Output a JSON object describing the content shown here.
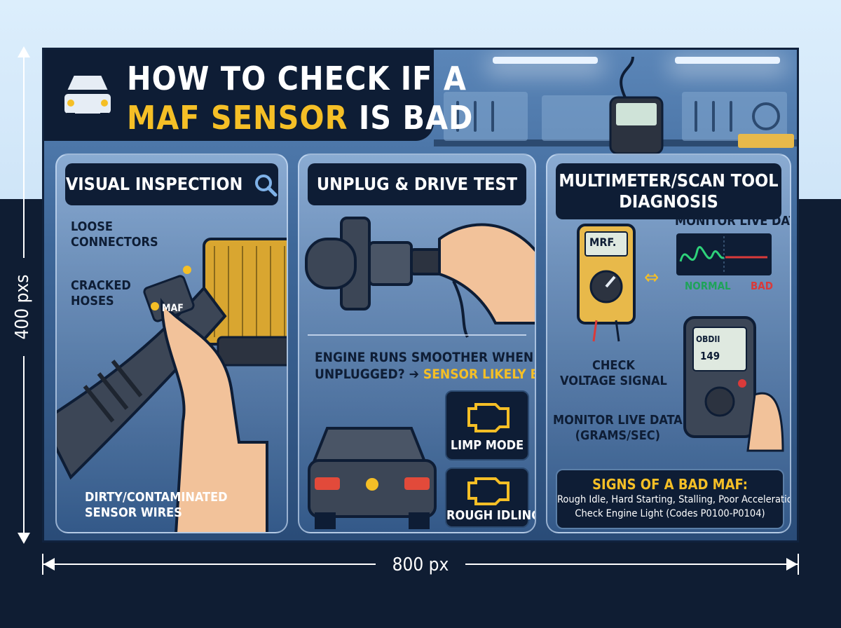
{
  "measure": {
    "height_label": "400 pxs",
    "width_label": "800 px"
  },
  "title": {
    "line1": "HOW TO CHECK IF A",
    "highlight": "MAF SENSOR",
    "rest": " IS BAD"
  },
  "colors": {
    "navy": "#0e1d35",
    "accent_yellow": "#f5bf26",
    "normal_green": "#1fa35a",
    "bad_red": "#d93a3a"
  },
  "panels": {
    "visual": {
      "heading": "VISUAL INSPECTION",
      "icon": "magnifier-icon",
      "labels": {
        "loose": [
          "LOOSE",
          "CONNECTORS"
        ],
        "cracked": [
          "CRACKED",
          "HOSES"
        ],
        "dirty": [
          "DIRTY/CONTAMINATED",
          "SENSOR WIRES"
        ],
        "sensor_tag": "MAF"
      }
    },
    "unplug": {
      "heading": "UNPLUG & DRIVE TEST",
      "note_line1": "ENGINE RUNS SMOOTHER WHEN",
      "note_line2_a": "UNPLUGGED?",
      "note_line2_b": "SENSOR LIKELY BAD",
      "cards": {
        "limp": "LIMP MODE",
        "rough": "ROUGH IDLING"
      }
    },
    "multimeter": {
      "heading": "MULTIMETER/SCAN TOOL DIAGNOSIS",
      "monitor_live": "MONITOR LIVE DATA",
      "meter_display": "MRF.",
      "legend": {
        "normal": "NORMAL",
        "bad": "BAD"
      },
      "check_voltage": [
        "CHECK",
        "VOLTAGE SIGNAL"
      ],
      "monitor_grams": [
        "MONITOR LIVE DATA",
        "(GRAMS/SEC)"
      ],
      "scanner_brand": "OBDII",
      "scanner_value": "149",
      "signs": {
        "title": "SIGNS OF A BAD MAF:",
        "line1": "Rough Idle, Hard Starting, Stalling, Poor Acceleration,",
        "line2": "Check Engine Light (Codes P0100-P0104)"
      }
    }
  }
}
